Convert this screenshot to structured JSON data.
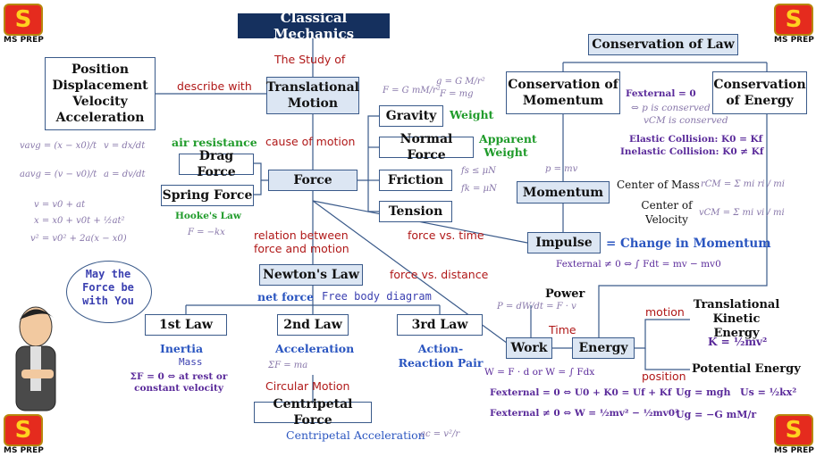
{
  "logos": {
    "text": "MS PREP",
    "letter": "S"
  },
  "title": "Classical Mechanics",
  "boxes": {
    "translational_motion": "Translational Motion",
    "position": "Position Displacement Velocity Acceleration",
    "gravity": "Gravity",
    "normal_force": "Normal Force",
    "friction": "Friction",
    "tension": "Tension",
    "force": "Force",
    "drag_force": "Drag Force",
    "spring_force": "Spring Force",
    "newtons_law": "Newton's Law",
    "first_law": "1st Law",
    "second_law": "2nd Law",
    "third_law": "3rd Law",
    "centripetal_force": "Centripetal Force",
    "conservation_of_law": "Conservation of Law",
    "conservation_of_momentum": "Conservation of Momentum",
    "conservation_of_energy": "Conservation of Energy",
    "momentum": "Momentum",
    "impulse": "Impulse",
    "work": "Work",
    "energy": "Energy"
  },
  "labels": {
    "the_study_of": "The Study of",
    "describe_with": "describe with",
    "cause_of_motion": "cause of motion",
    "air_resistance": "air resistance",
    "weight": "Weight",
    "apparent_weight": "Apparent Weight",
    "hookes_law": "Hooke's Law",
    "relation_between": "relation between force and motion",
    "force_vs_time": "force vs. time",
    "force_vs_distance": "force vs. distance",
    "net_force": "net force",
    "free_body_diagram": "Free body diagram",
    "inertia": "Inertia",
    "mass": "Mass",
    "acceleration": "Acceleration",
    "action_reaction": "Action-Reaction Pair",
    "circular_motion": "Circular Motion",
    "centripetal_acceleration": "Centripetal Acceleration",
    "change_in_momentum": "= Change in Momentum",
    "power": "Power",
    "time": "Time",
    "motion": "motion",
    "position_lbl": "position",
    "translational_ke": "Translational Kinetic Energy",
    "potential_energy": "Potential Energy",
    "center_of_mass": "Center of Mass",
    "center_of_velocity": "Center of Velocity",
    "speech": "May the Force be with You"
  },
  "formulas": {
    "gravitation": "F = G mM/r²",
    "g_def": "g = G M/r²",
    "weight_f": "F = mg",
    "fs": "fs ≤ μN",
    "fk": "fk = μN",
    "vavg": "vavg = (x − x0)/t",
    "v_dxdt": "v = dx/dt",
    "aavg": "aavg = (v − v0)/t",
    "a_dvdt": "a = dv/dt",
    "kin1": "v = v0 + at",
    "kin2": "x = x0 + v0t + ½at²",
    "kin3": "v² = v0² + 2a(x − x0)",
    "hooke": "F = −kx",
    "first_law_f": "ΣF = 0 ⇔ at rest or constant velocity",
    "second_law_f": "ΣF = ma",
    "centripetal_f": "ac = v²/r",
    "fext_zero": "Fexternal = 0",
    "p_conserved": "⇔ p is conserved",
    "vcm_conserved": "vCM is conserved",
    "elastic": "Elastic Collision: K0 = Kf",
    "inelastic": "Inelastic Collision: K0 ≠ Kf",
    "p_mv": "p = mv",
    "rcm": "rCM = Σ mi ri / mi",
    "vcm": "vCM = Σ mi vi / mi",
    "impulse_f": "Fexternal ≠ 0 ⇔ ∫ Fdt = mv − mv0",
    "power_f": "P = dW/dt = F · v",
    "work_f": "W = F · d or W = ∫ Fdx",
    "work_energy1": "Fexternal = 0 ⇔ U0 + K0 = Uf + Kf",
    "work_energy2": "Fexternal ≠ 0 ⇔ W = ½mv² − ½mv0²",
    "ke": "K = ½mv²",
    "ug1": "Ug = mgh",
    "us": "Us = ½kx²",
    "ug2": "Ug = −G mM/r"
  }
}
